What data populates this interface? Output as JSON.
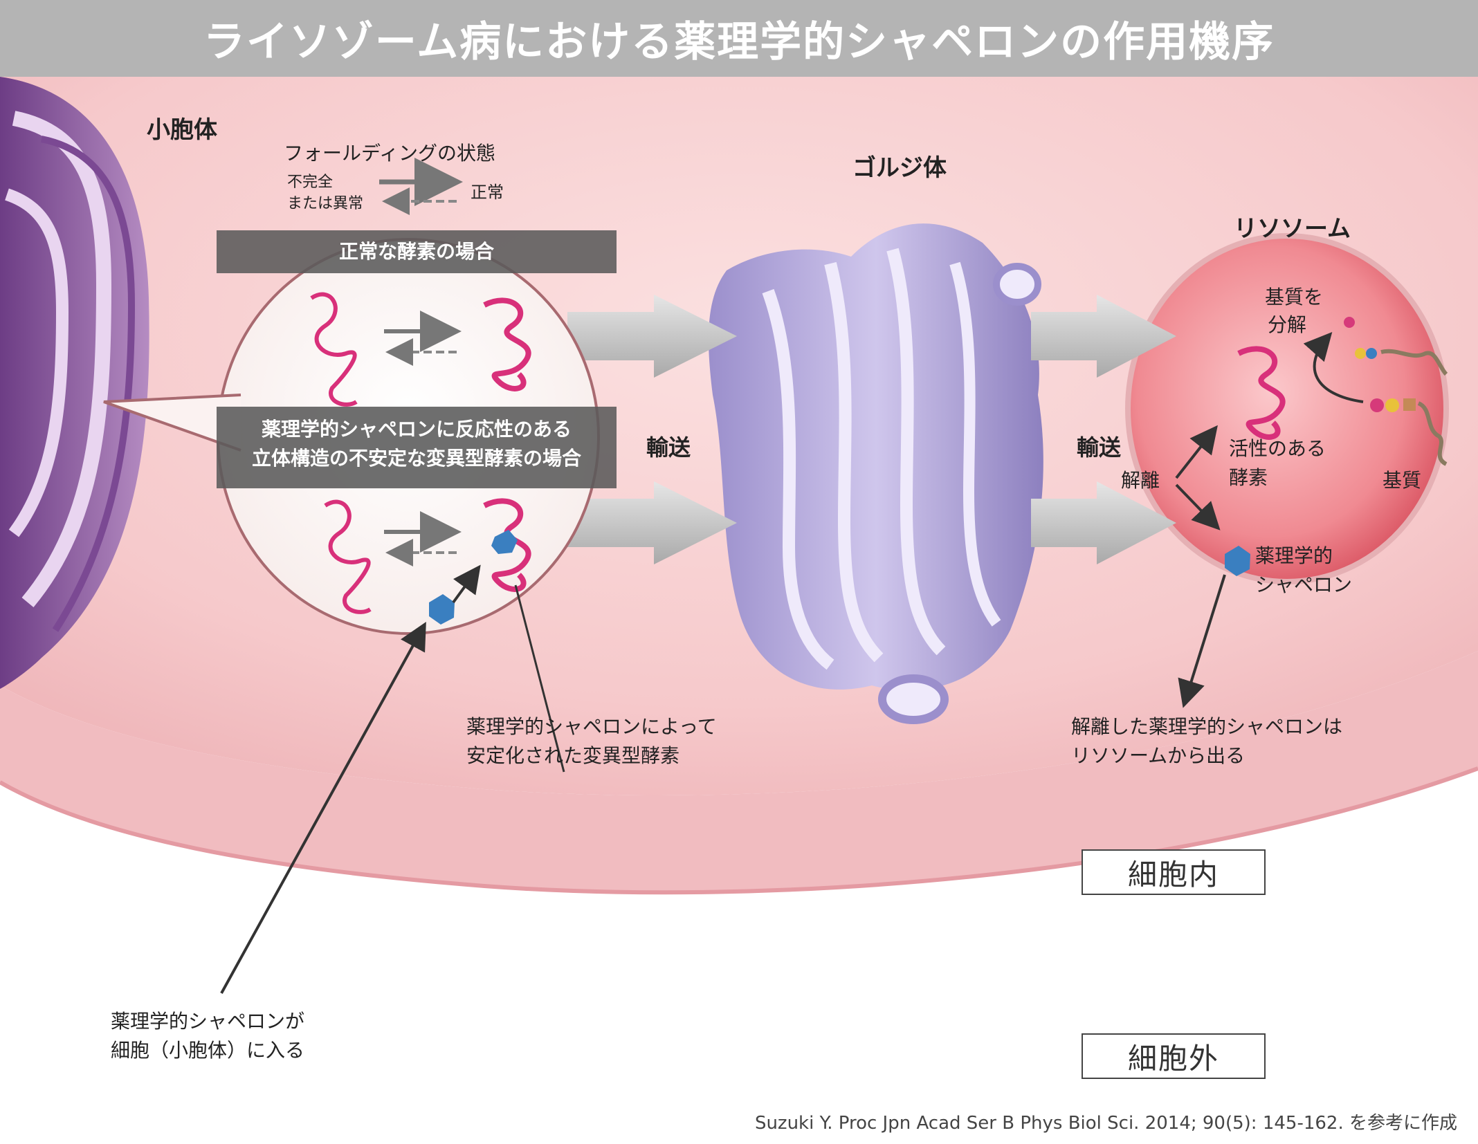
{
  "title": "ライソゾーム病における薬理学的シャペロンの作用機序",
  "labels": {
    "er": "小胞体",
    "golgi": "ゴルジ体",
    "lysosome": "リソソーム",
    "folding_state": "フォールディングの状態",
    "incomplete_line1": "不完全",
    "incomplete_line2": "または異常",
    "normal": "正常",
    "transport": "輸送",
    "dissociation": "解離",
    "substrate_degrade_line1": "基質を",
    "substrate_degrade_line2": "分解",
    "active_enzyme_line1": "活性のある",
    "active_enzyme_line2": "酵素",
    "substrate": "基質",
    "chaperone_line1": "薬理学的",
    "chaperone_line2": "シャペロン"
  },
  "bands": {
    "normal_case": "正常な酵素の場合",
    "mutant_case_line1": "薬理学的シャペロンに反応性のある",
    "mutant_case_line2": "立体構造の不安定な変異型酵素の場合"
  },
  "annotations": {
    "stabilized_line1": "薬理学的シャペロンによって",
    "stabilized_line2": "安定化された変異型酵素",
    "exit_line1": "解離した薬理学的シャペロンは",
    "exit_line2": "リソソームから出る",
    "enter_line1": "薬理学的シャペロンが",
    "enter_line2": "細胞（小胞体）に入る"
  },
  "boxes": {
    "intracellular": "細胞内",
    "extracellular": "細胞外"
  },
  "citation": "Suzuki Y. Proc Jpn Acad Ser B Phys Biol Sci. 2014; 90(5): 145-162. を参考に作成",
  "colors": {
    "title_bg": "#b4b4b4",
    "cytoplasm": "#f7cfd0",
    "er": "#9b6aa8",
    "golgi": "#b5a8d8",
    "lysosome": "#e86f78",
    "enzyme": "#d8307a",
    "chaperone": "#3a7fc0"
  }
}
